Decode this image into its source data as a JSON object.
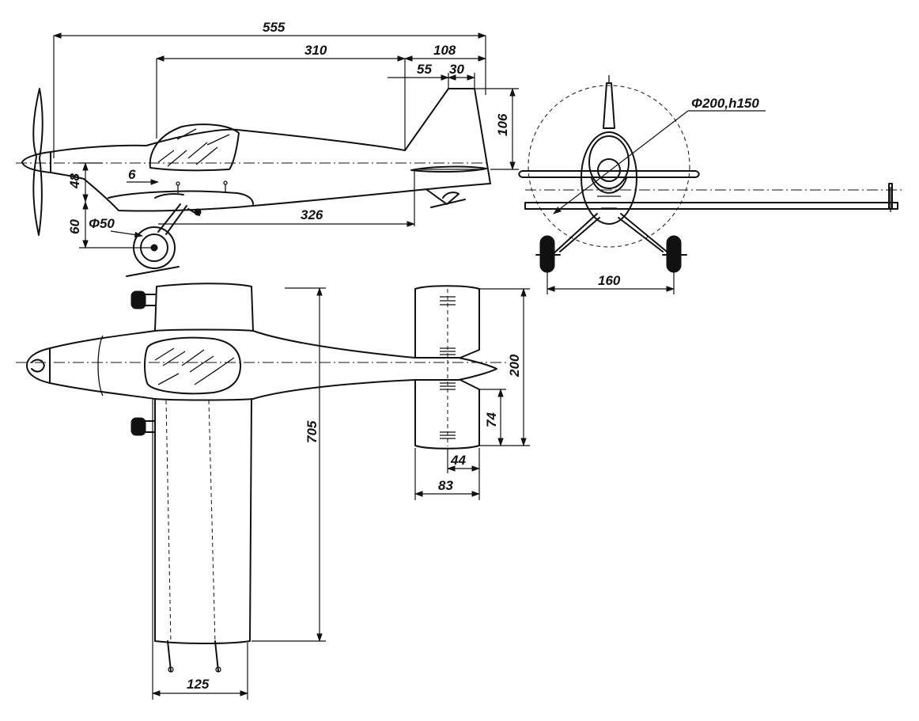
{
  "dimensions": {
    "overall_length": "555",
    "wing_le_to_stab": "310",
    "tail_length": "108",
    "fin_root_offset": "55",
    "fin_tip_chord": "30",
    "fin_height": "106",
    "nose_height_upper": "48",
    "nose_height_lower": "60",
    "wheel_diameter": "Φ50",
    "small_offset": "6",
    "fuselage_bottom": "326",
    "disc": "Φ200,h150",
    "wheel_track": "160",
    "wingspan": "705",
    "stab_span": "200",
    "elevator_span": "74",
    "elevator_chord": "44",
    "stab_chord": "83",
    "wing_chord": "125"
  }
}
